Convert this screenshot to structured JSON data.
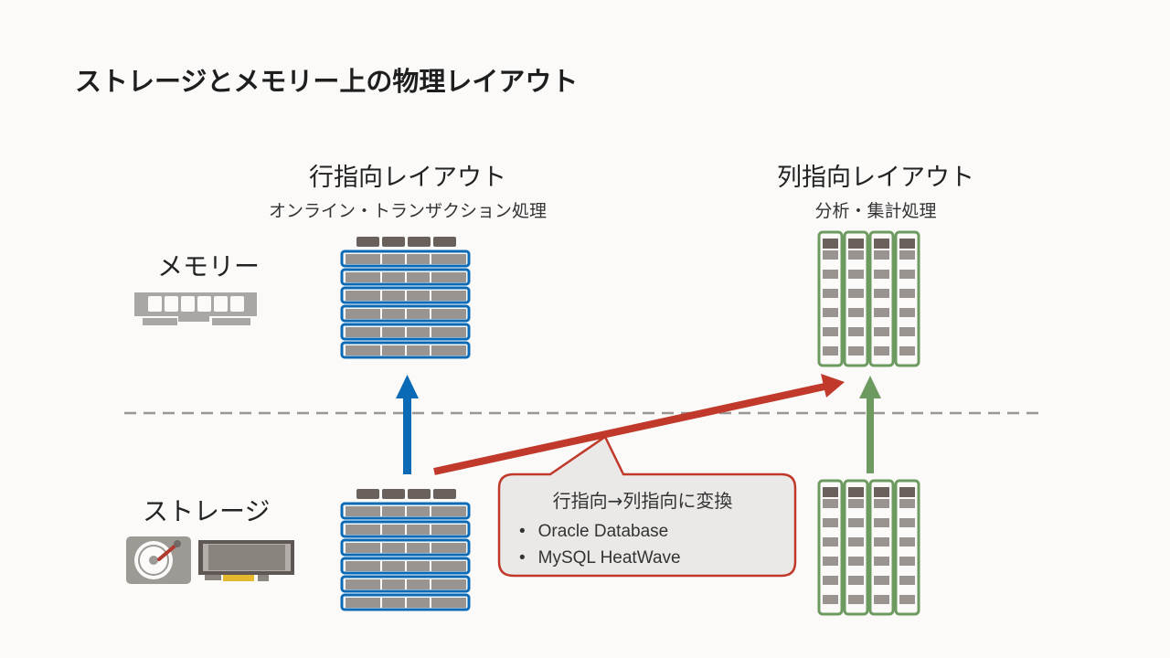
{
  "title": "ストレージとメモリー上の物理レイアウト",
  "row_layout": {
    "heading": "行指向レイアウト",
    "subheading": "オンライン・トランザクション処理"
  },
  "column_layout": {
    "heading": "列指向レイアウト",
    "subheading": "分析・集計処理"
  },
  "tiers": {
    "memory": "メモリー",
    "storage": "ストレージ"
  },
  "callout": {
    "heading": "行指向→列指向に変換",
    "items": [
      "Oracle Database",
      "MySQL HeatWave"
    ]
  },
  "colors": {
    "row_blue": "#0a6ab5",
    "column_green": "#6d9a5e",
    "conversion_red": "#c0392b",
    "cell_gray": "#9a9490",
    "header_dark": "#6a615c"
  },
  "icons": {
    "memory": "memory-module-icon",
    "storage": [
      "hard-disk-icon",
      "ssd-card-icon"
    ]
  }
}
